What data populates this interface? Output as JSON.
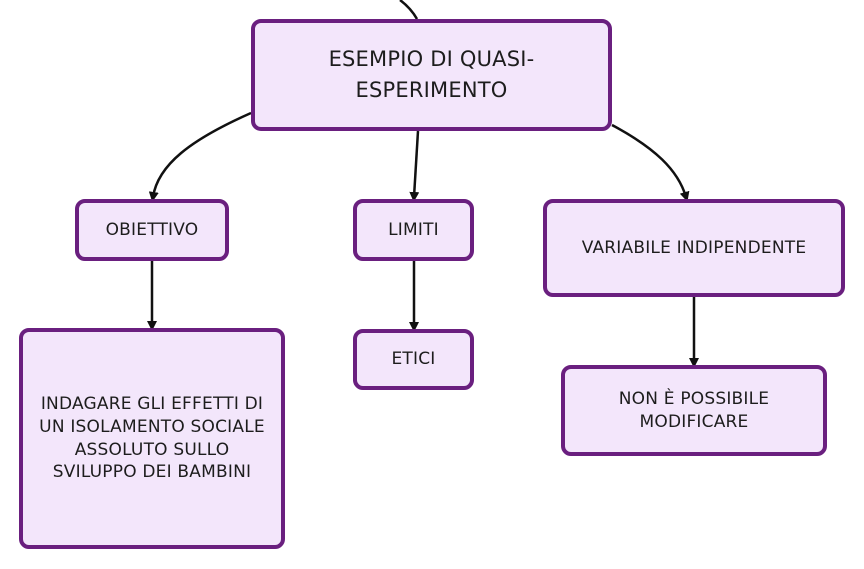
{
  "colors": {
    "node_border": "#6a1f7f",
    "node_fill": "#f3e6fb",
    "edge": "#111111"
  },
  "nodes": {
    "root": "ESEMPIO DI QUASI-ESPERIMENTO",
    "obiettivo": "OBIETTIVO",
    "limiti": "LIMITI",
    "variabile": "VARIABILE INDIPENDENTE",
    "indagare": "INDAGARE GLI EFFETTI DI UN ISOLAMENTO SOCIALE ASSOLUTO SULLO SVILUPPO DEI BAMBINI",
    "etici": "ETICI",
    "non_possibile": "NON È POSSIBILE MODIFICARE"
  }
}
